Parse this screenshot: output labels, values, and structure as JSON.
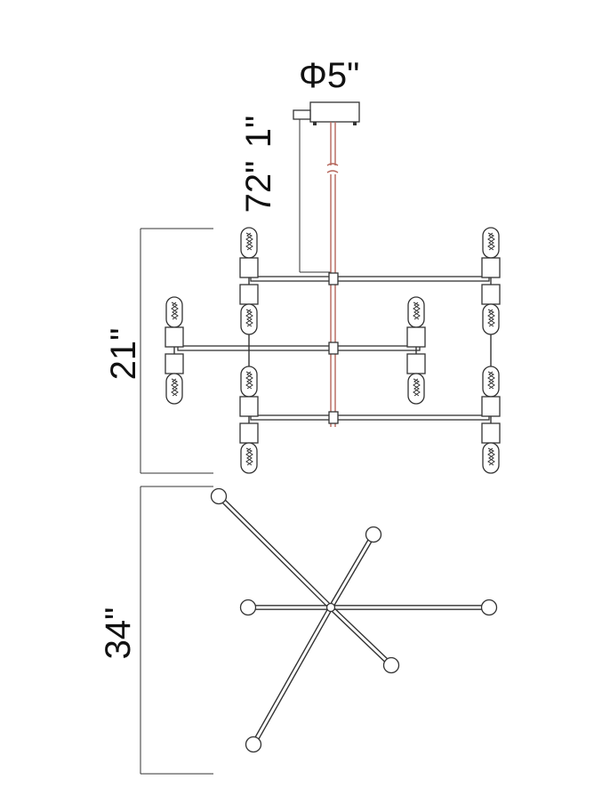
{
  "dimensions": {
    "canopy_diameter": "Φ5\"",
    "canopy_height": "1\"",
    "rod_length": "72\"",
    "fixture_height": "21\"",
    "fixture_width": "34\""
  },
  "colors": {
    "line": "#333333",
    "cord": "#b5655a",
    "background": "#ffffff"
  }
}
